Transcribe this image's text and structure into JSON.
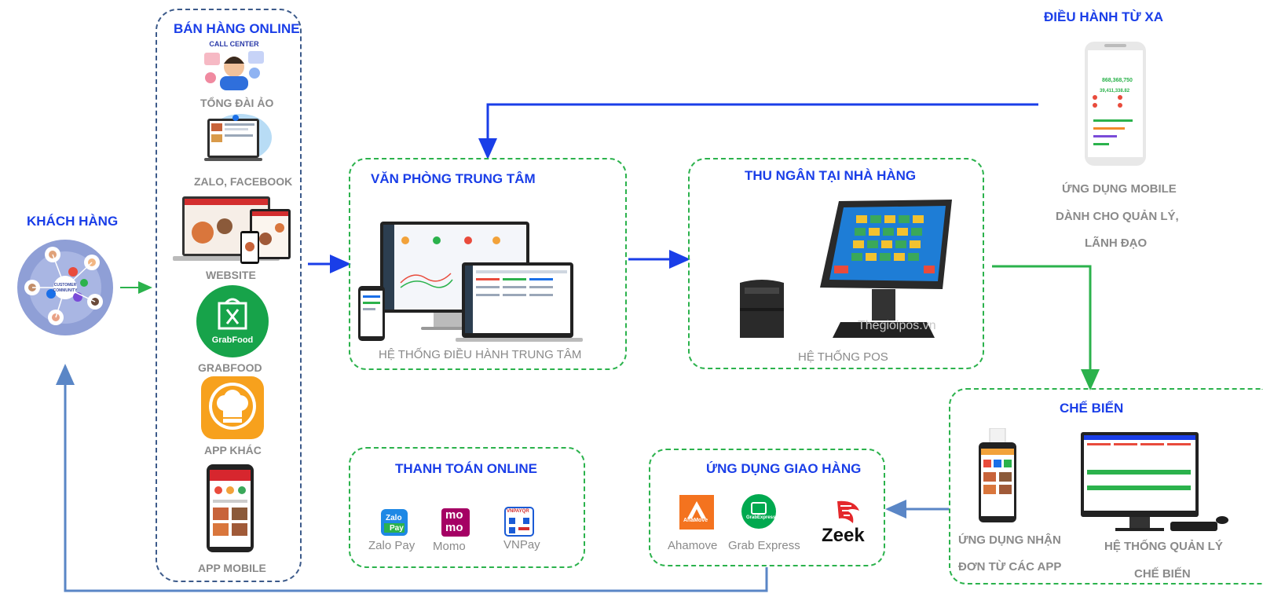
{
  "customers": {
    "title": "KHÁCH HÀNG",
    "logo_text": "CUSTOMER COMMUNITY"
  },
  "online_sales": {
    "title": "BÁN HÀNG ONLINE",
    "items": [
      {
        "label": "TỔNG ĐÀI ẢO",
        "icon": "call-center-icon",
        "badge": "CALL CENTER"
      },
      {
        "label": "ZALO, FACEBOOK",
        "icon": "social-chat-icon"
      },
      {
        "label": "WEBSITE",
        "icon": "website-devices-icon"
      },
      {
        "label": "GRABFOOD",
        "icon": "grabfood-icon",
        "badge": "GrabFood"
      },
      {
        "label": "APP KHÁC",
        "icon": "chef-hat-icon"
      },
      {
        "label": "APP MOBILE",
        "icon": "mobile-app-icon"
      }
    ]
  },
  "central_office": {
    "title": "VĂN PHÒNG TRUNG TÂM",
    "caption": "HỆ THỐNG ĐIỀU HÀNH TRUNG TÂM"
  },
  "cashier": {
    "title": "THU NGÂN TẠI NHÀ HÀNG",
    "caption": "HỆ THỐNG POS",
    "watermark": "Thegioipos.vn"
  },
  "remote": {
    "title": "ĐIỀU HÀNH TỪ XA",
    "caption_lines": [
      "ỨNG DỤNG MOBILE",
      "DÀNH CHO QUẢN LÝ,",
      "LÃNH ĐẠO"
    ],
    "phone_amount": "868,368,750",
    "phone_amount2": "39,411,338.82"
  },
  "kitchen": {
    "title": "CHẾ BIẾN",
    "left_caption_lines": [
      "ỨNG DỤNG NHẬN",
      "ĐƠN TỪ CÁC APP"
    ],
    "right_caption_lines": [
      "HỆ THỐNG QUẢN LÝ",
      "CHẾ BIẾN"
    ]
  },
  "payment": {
    "title": "THANH TOÁN ONLINE",
    "items": [
      {
        "label": "Zalo Pay",
        "icon": "zalopay-icon",
        "badge_top": "Zalo",
        "badge_bottom": "Pay"
      },
      {
        "label": "Momo",
        "icon": "momo-icon",
        "badge_top": "mo",
        "badge_bottom": "mo"
      },
      {
        "label": "VNPay",
        "icon": "vnpay-icon",
        "badge_top": "VNPAYQR"
      }
    ]
  },
  "delivery": {
    "title": "ỨNG DỤNG GIAO HÀNG",
    "items": [
      {
        "label": "Ahamove",
        "icon": "ahamove-icon",
        "badge": "AhaMove"
      },
      {
        "label": "Grab Express",
        "icon": "grab-express-icon",
        "badge": "GrabExpress"
      },
      {
        "label": "",
        "icon": "zeek-icon",
        "badge": "Zeek"
      }
    ]
  },
  "colors": {
    "blue": "#1a3ee8",
    "green": "#2bb24c",
    "navy": "#3c5a8a",
    "flow_blue": "#5a86c6"
  }
}
